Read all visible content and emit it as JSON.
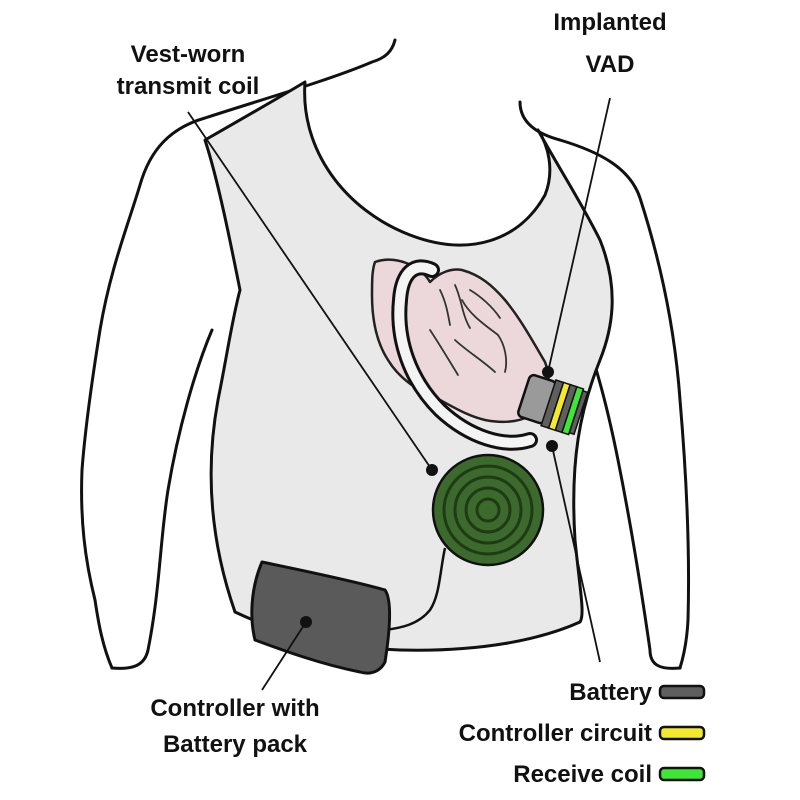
{
  "labels": {
    "transmit_coil_line1": "Vest-worn",
    "transmit_coil_line2": "transmit coil",
    "vad_line1": "Implanted",
    "vad_line2": "VAD",
    "controller_line1": "Controller with",
    "controller_line2": "Battery pack"
  },
  "legend": [
    {
      "label": "Battery",
      "color": "#5f5f5f"
    },
    {
      "label": "Controller circuit",
      "color": "#f3ea2e"
    },
    {
      "label": "Receive coil",
      "color": "#3ee636"
    }
  ],
  "colors": {
    "vest": "#e9e9e9",
    "outline": "#111111",
    "heart": "#ecd8da",
    "coil": "#3c6a2c",
    "coil_ring": "#1f3a16",
    "controller": "#5a5a5a",
    "vad_body": "#9a9a9a"
  }
}
